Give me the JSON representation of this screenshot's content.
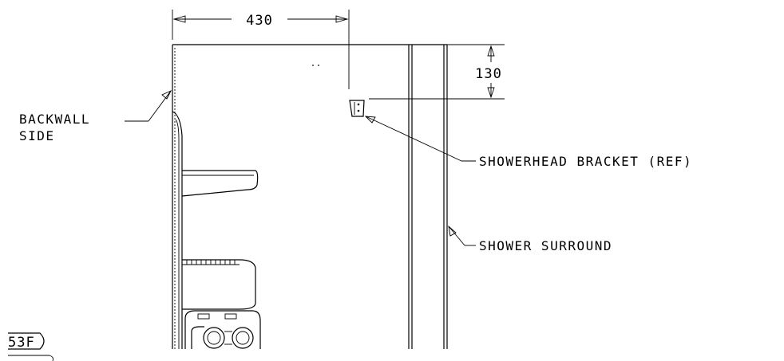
{
  "dimensions": {
    "width_value": "430",
    "height_value": "130"
  },
  "labels": {
    "backwall_line1": "BACKWALL",
    "backwall_line2": "SIDE",
    "showerhead_bracket": "SHOWERHEAD BRACKET (REF)",
    "shower_surround": "SHOWER SURROUND"
  },
  "view_tag": "53F"
}
